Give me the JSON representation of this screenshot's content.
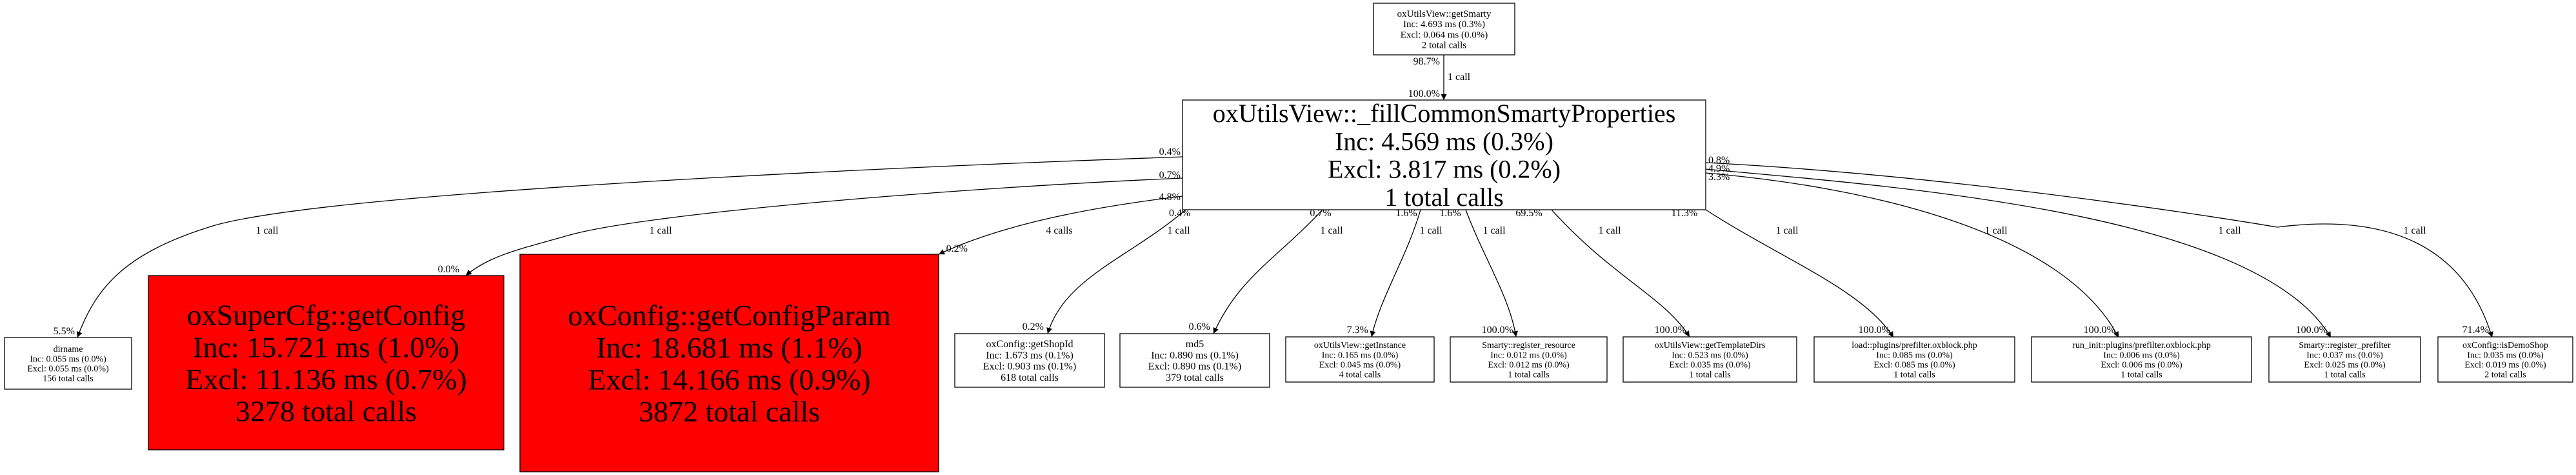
{
  "colors": {
    "hot": "#ff0000",
    "normal": "#ffffff",
    "stroke": "#000000"
  },
  "nodes": [
    {
      "id": "getSmarty",
      "name": "oxUtilsView::getSmarty",
      "inc": "Inc: 4.693 ms (0.3%)",
      "excl": "Excl: 0.064 ms (0.0%)",
      "calls": "2 total calls",
      "hot": false
    },
    {
      "id": "main",
      "name": "oxUtilsView::_fillCommonSmartyProperties",
      "inc": "Inc: 4.569 ms (0.3%)",
      "excl": "Excl: 3.817 ms (0.2%)",
      "calls": "1 total calls",
      "hot": false
    },
    {
      "id": "dirname",
      "name": "dirname",
      "inc": "Inc: 0.055 ms (0.0%)",
      "excl": "Excl: 0.055 ms (0.0%)",
      "calls": "156 total calls",
      "hot": false
    },
    {
      "id": "getConfig",
      "name": "oxSuperCfg::getConfig",
      "inc": "Inc: 15.721 ms (1.0%)",
      "excl": "Excl: 11.136 ms (0.7%)",
      "calls": "3278 total calls",
      "hot": true
    },
    {
      "id": "getConfigParam",
      "name": "oxConfig::getConfigParam",
      "inc": "Inc: 18.681 ms (1.1%)",
      "excl": "Excl: 14.166 ms (0.9%)",
      "calls": "3872 total calls",
      "hot": true
    },
    {
      "id": "getShopId",
      "name": "oxConfig::getShopId",
      "inc": "Inc: 1.673 ms (0.1%)",
      "excl": "Excl: 0.903 ms (0.1%)",
      "calls": "618 total calls",
      "hot": false
    },
    {
      "id": "md5",
      "name": "md5",
      "inc": "Inc: 0.890 ms (0.1%)",
      "excl": "Excl: 0.890 ms (0.1%)",
      "calls": "379 total calls",
      "hot": false
    },
    {
      "id": "getInstance",
      "name": "oxUtilsView::getInstance",
      "inc": "Inc: 0.165 ms (0.0%)",
      "excl": "Excl: 0.045 ms (0.0%)",
      "calls": "4 total calls",
      "hot": false
    },
    {
      "id": "registerResource",
      "name": "Smarty::register_resource",
      "inc": "Inc: 0.012 ms (0.0%)",
      "excl": "Excl: 0.012 ms (0.0%)",
      "calls": "1 total calls",
      "hot": false
    },
    {
      "id": "getTemplateDirs",
      "name": "oxUtilsView::getTemplateDirs",
      "inc": "Inc: 0.523 ms (0.0%)",
      "excl": "Excl: 0.035 ms (0.0%)",
      "calls": "1 total calls",
      "hot": false
    },
    {
      "id": "load",
      "name": "load::plugins/prefilter.oxblock.php",
      "inc": "Inc: 0.085 ms (0.0%)",
      "excl": "Excl: 0.085 ms (0.0%)",
      "calls": "1 total calls",
      "hot": false
    },
    {
      "id": "runInit",
      "name": "run_init::plugins/prefilter.oxblock.php",
      "inc": "Inc: 0.006 ms (0.0%)",
      "excl": "Excl: 0.006 ms (0.0%)",
      "calls": "1 total calls",
      "hot": false
    },
    {
      "id": "registerPrefilter",
      "name": "Smarty::register_prefilter",
      "inc": "Inc: 0.037 ms (0.0%)",
      "excl": "Excl: 0.025 ms (0.0%)",
      "calls": "1 total calls",
      "hot": false
    },
    {
      "id": "isDemoShop",
      "name": "oxConfig::isDemoShop",
      "inc": "Inc: 0.035 ms (0.0%)",
      "excl": "Excl: 0.019 ms (0.0%)",
      "calls": "2 total calls",
      "hot": false
    }
  ],
  "edges": [
    {
      "from": "getSmarty",
      "to": "main",
      "parent_pct": "98.7%",
      "child_pct": "100.0%",
      "calls": "1 call"
    },
    {
      "from": "main",
      "to": "dirname",
      "parent_pct": "0.4%",
      "child_pct": "5.5%",
      "calls": "1 call"
    },
    {
      "from": "main",
      "to": "getConfig",
      "parent_pct": "0.7%",
      "child_pct": "0.0%",
      "calls": "1 call"
    },
    {
      "from": "main",
      "to": "getConfigParam",
      "parent_pct": "4.8%",
      "child_pct": "0.2%",
      "calls": "4 calls"
    },
    {
      "from": "main",
      "to": "getShopId",
      "parent_pct": "0.4%",
      "child_pct": "0.2%",
      "calls": "1 call"
    },
    {
      "from": "main",
      "to": "md5",
      "parent_pct": "0.7%",
      "child_pct": "0.6%",
      "calls": "1 call"
    },
    {
      "from": "main",
      "to": "getInstance",
      "parent_pct": "1.6%",
      "child_pct": "7.3%",
      "calls": "1 call"
    },
    {
      "from": "main",
      "to": "registerResource",
      "parent_pct": "1.6%",
      "child_pct": "100.0%",
      "calls": "1 call"
    },
    {
      "from": "main",
      "to": "getTemplateDirs",
      "parent_pct": "69.5%",
      "child_pct": "100.0%",
      "calls": "1 call"
    },
    {
      "from": "main",
      "to": "load",
      "parent_pct": "11.3%",
      "child_pct": "100.0%",
      "calls": "1 call"
    },
    {
      "from": "main",
      "to": "runInit",
      "parent_pct": "3.3%",
      "child_pct": "100.0%",
      "calls": "1 call"
    },
    {
      "from": "main",
      "to": "registerPrefilter",
      "parent_pct": "4.9%",
      "child_pct": "100.0%",
      "calls": "1 call"
    },
    {
      "from": "main",
      "to": "isDemoShop",
      "parent_pct": "0.8%",
      "child_pct": "71.4%",
      "calls": "1 call"
    }
  ]
}
